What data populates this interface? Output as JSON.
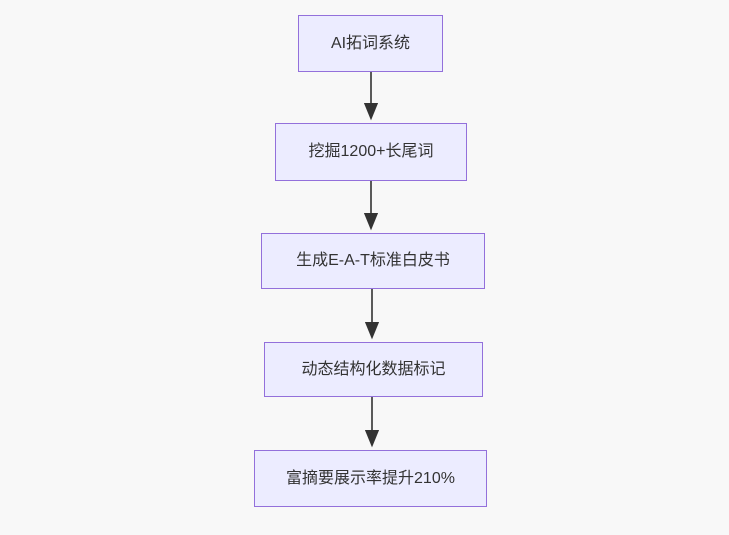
{
  "diagram": {
    "type": "flowchart-top-down",
    "background_color": "#f8f8f8",
    "node_fill_color": "#ececff",
    "node_border_color": "#9370db",
    "text_color": "#333333",
    "arrow_color": "#333333",
    "nodes": [
      {
        "id": "step-1",
        "label": "AI拓词系统"
      },
      {
        "id": "step-2",
        "label": "挖掘1200+长尾词"
      },
      {
        "id": "step-3",
        "label": "生成E-A-T标准白皮书"
      },
      {
        "id": "step-4",
        "label": "动态结构化数据标记"
      },
      {
        "id": "step-5",
        "label": "富摘要展示率提升210%"
      }
    ],
    "edges": [
      {
        "from": "step-1",
        "to": "step-2"
      },
      {
        "from": "step-2",
        "to": "step-3"
      },
      {
        "from": "step-3",
        "to": "step-4"
      },
      {
        "from": "step-4",
        "to": "step-5"
      }
    ]
  }
}
